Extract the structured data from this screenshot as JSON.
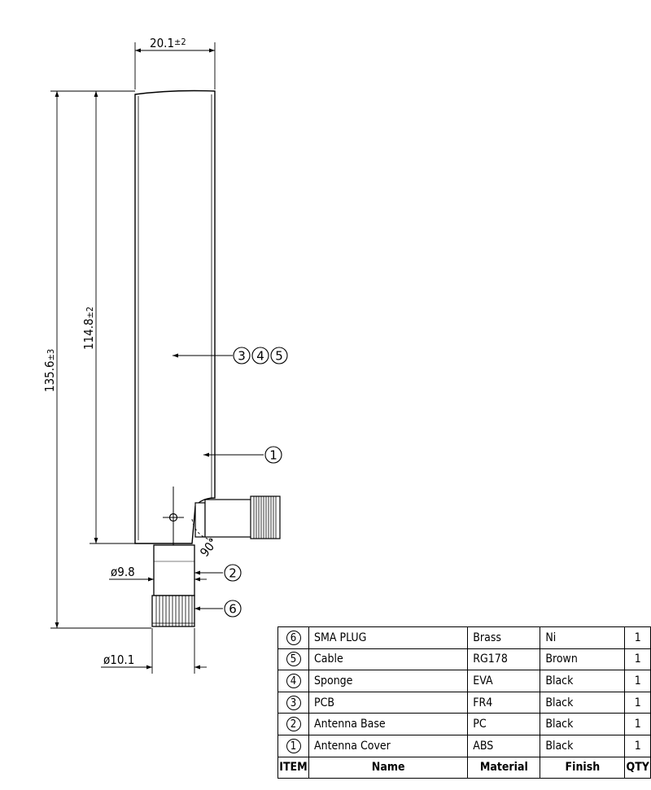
{
  "dimensions": {
    "width": {
      "value": "20.1",
      "tol": "±2"
    },
    "total_length": {
      "value": "135.6",
      "tol": "±3"
    },
    "cover_length": {
      "value": "114.8",
      "tol": "±2"
    },
    "base_dia": "ø9.8",
    "plug_dia": "ø10.1",
    "angle": "90°"
  },
  "callouts": {
    "pcb_cable_sponge": [
      "3",
      "4",
      "5"
    ],
    "cover": "1",
    "base": "2",
    "plug": "6"
  },
  "bom": {
    "rows": [
      {
        "item": "6",
        "name": "SMA  PLUG",
        "material": "Brass",
        "finish": "Ni",
        "qty": "1"
      },
      {
        "item": "5",
        "name": "Cable",
        "material": "RG178",
        "finish": "Brown",
        "qty": "1"
      },
      {
        "item": "4",
        "name": "Sponge",
        "material": "EVA",
        "finish": "Black",
        "qty": "1"
      },
      {
        "item": "3",
        "name": "PCB",
        "material": "FR4",
        "finish": "Black",
        "qty": "1"
      },
      {
        "item": "2",
        "name": "Antenna  Base",
        "material": "PC",
        "finish": "Black",
        "qty": "1"
      },
      {
        "item": "1",
        "name": "Antenna  Cover",
        "material": "ABS",
        "finish": "Black",
        "qty": "1"
      }
    ],
    "header": {
      "item": "ITEM",
      "name": "Name",
      "material": "Material",
      "finish": "Finish",
      "qty": "QTY"
    }
  }
}
